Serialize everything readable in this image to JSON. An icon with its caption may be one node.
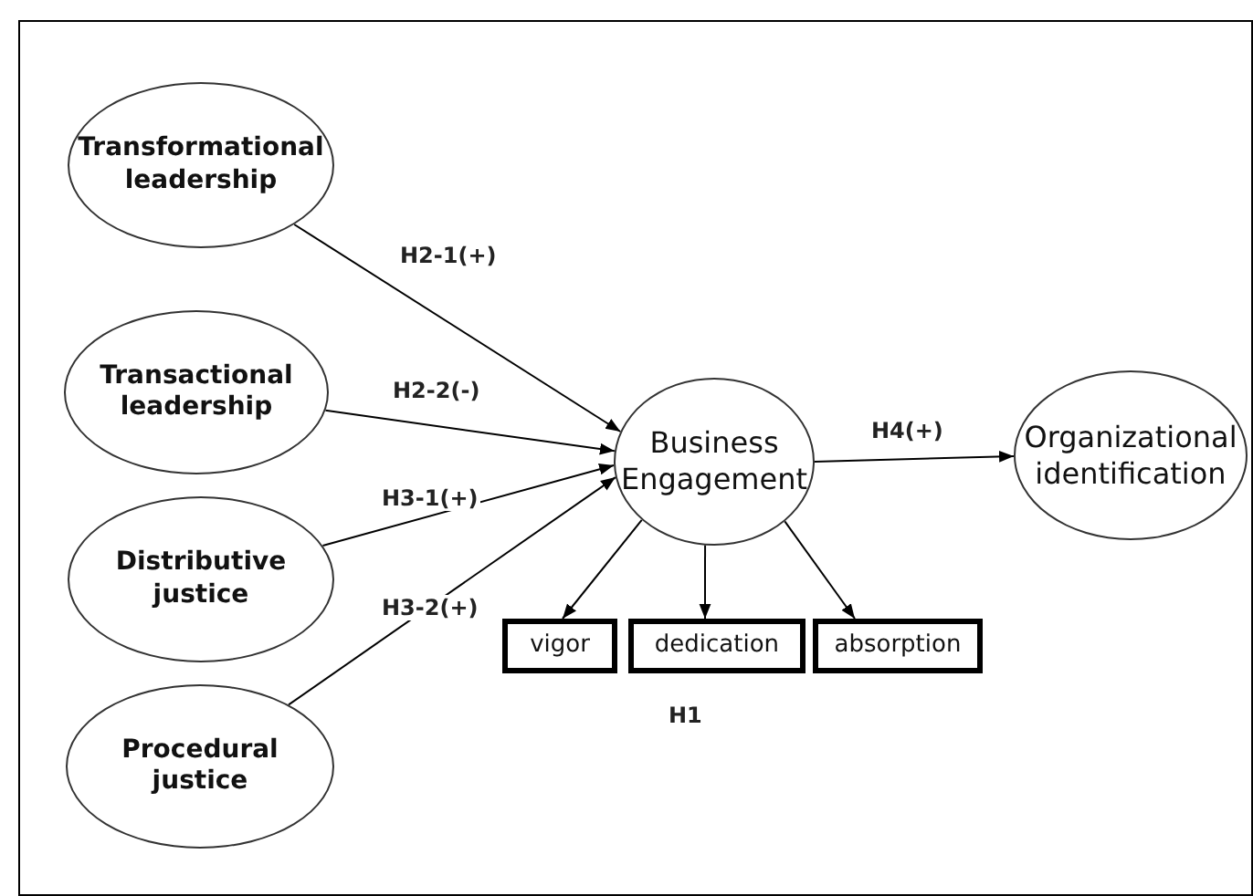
{
  "diagram": {
    "nodes": [
      {
        "text": [
          "Transformational leadership"
        ]
      },
      {
        "text": [
          "Transactional leadership"
        ]
      },
      {
        "text": [
          "Distributive justice"
        ]
      },
      {
        "text": [
          "Procedural justice"
        ]
      },
      {
        "text": [
          "Business Engagement"
        ]
      },
      {
        "text": [
          "Organizational identification"
        ]
      },
      {
        "text": [
          "vigor"
        ]
      },
      {
        "text": [
          "dedication"
        ]
      },
      {
        "text": [
          "absorption"
        ]
      }
    ],
    "edges": [
      {
        "from": 0,
        "to": 4,
        "arrow": "to",
        "label": "H2-1(+)"
      },
      {
        "from": 1,
        "to": 4,
        "arrow": "to",
        "label": "H2-2(-)"
      },
      {
        "from": 2,
        "to": 4,
        "arrow": "to",
        "label": "H3-1(+)"
      },
      {
        "from": 3,
        "to": 4,
        "arrow": "to",
        "label": "H3-2(+)"
      },
      {
        "from": 4,
        "to": 5,
        "arrow": "to",
        "label": "H4(+)"
      },
      {
        "from": 4,
        "to": 6,
        "arrow": "to"
      },
      {
        "from": 4,
        "to": 7,
        "arrow": "to"
      },
      {
        "from": 4,
        "to": 8,
        "arrow": "to"
      }
    ],
    "labels": [
      "H1"
    ]
  }
}
